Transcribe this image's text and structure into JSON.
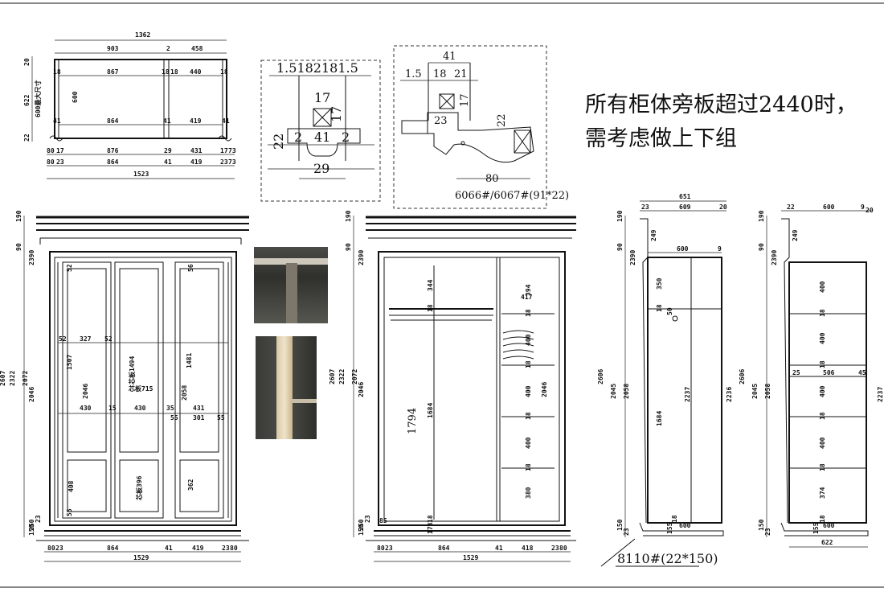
{
  "note": {
    "line1": "所有柜体旁板超过2440时，",
    "line2": "需考虑做上下组"
  },
  "plan_view": {
    "overall": "1362",
    "top": [
      "903",
      "2",
      "458"
    ],
    "inner_top": [
      "18",
      "867",
      "18",
      "18",
      "440",
      "18"
    ],
    "depth": "600",
    "left_side": [
      "20",
      "622",
      "22"
    ],
    "left_label": "600最大尺寸",
    "row3": [
      "41",
      "864",
      "41",
      "419",
      "41"
    ],
    "bottom1": [
      "80",
      "17",
      "876",
      "29",
      "431",
      "17",
      "73"
    ],
    "bottom2": [
      "80",
      "23",
      "864",
      "41",
      "419",
      "23",
      "73"
    ],
    "bottom_total": "1523"
  },
  "detail_a": {
    "top": "1.5182181.5",
    "mid": "17",
    "side": "17",
    "left": "22",
    "row": [
      "2",
      "41",
      "2"
    ],
    "bottom": "29"
  },
  "detail_b": {
    "top": "41",
    "row": [
      "1.5",
      "18",
      "21"
    ],
    "box": "17",
    "left": "23",
    "right": "22",
    "bottom": "80",
    "label": "6066#/6067#(91*22)"
  },
  "front_doors": {
    "left_dims": [
      "190",
      "90",
      "2390",
      "2046",
      "2072",
      "2322",
      "250",
      "150",
      "23"
    ],
    "left_overall": "2607",
    "inner": [
      "327",
      "52",
      "52",
      "1507",
      "芯板1494",
      "芯板715",
      "1481",
      "2046",
      "430",
      "15",
      "430",
      "35",
      "431",
      "55",
      "301",
      "55",
      "2058",
      "芯板396",
      "408",
      "362",
      "52",
      "56",
      "55"
    ],
    "bottom": [
      "80",
      "23",
      "864",
      "41",
      "419",
      "23",
      "80"
    ],
    "bottom_total": "1529"
  },
  "front_open": {
    "left_dims": [
      "190",
      "90",
      "2390",
      "2046",
      "2072",
      "2322",
      "250",
      "150",
      "23"
    ],
    "left_overall": "2607",
    "inner": [
      "344",
      "18",
      "394",
      "417",
      "1794",
      "1684",
      "400",
      "2046",
      "400",
      "18",
      "400",
      "18",
      "380",
      "18",
      "18",
      "18",
      "173",
      "85"
    ],
    "bottom": [
      "80",
      "23",
      "864",
      "41",
      "418",
      "23",
      "80"
    ],
    "bottom_total": "1529"
  },
  "side_a": {
    "top_total": "651",
    "top": [
      "23",
      "609",
      "20"
    ],
    "left_dims": [
      "190",
      "90",
      "2390",
      "2045",
      "2058",
      "2606",
      "150",
      "23"
    ],
    "inner": [
      "249",
      "600",
      "9",
      "350",
      "18",
      "50",
      "1684",
      "2237",
      "2236",
      "155",
      "18",
      "600"
    ],
    "label": "8110#(22*150)"
  },
  "side_b": {
    "top": [
      "22",
      "600",
      "9",
      "20"
    ],
    "left_dims": [
      "190",
      "90",
      "2390",
      "2045",
      "2058",
      "2606",
      "150",
      "23"
    ],
    "inner": [
      "249",
      "400",
      "18",
      "400",
      "18",
      "25",
      "506",
      "45",
      "400",
      "18",
      "400",
      "18",
      "374",
      "18",
      "155",
      "600",
      "2237"
    ],
    "bottom": "622"
  }
}
